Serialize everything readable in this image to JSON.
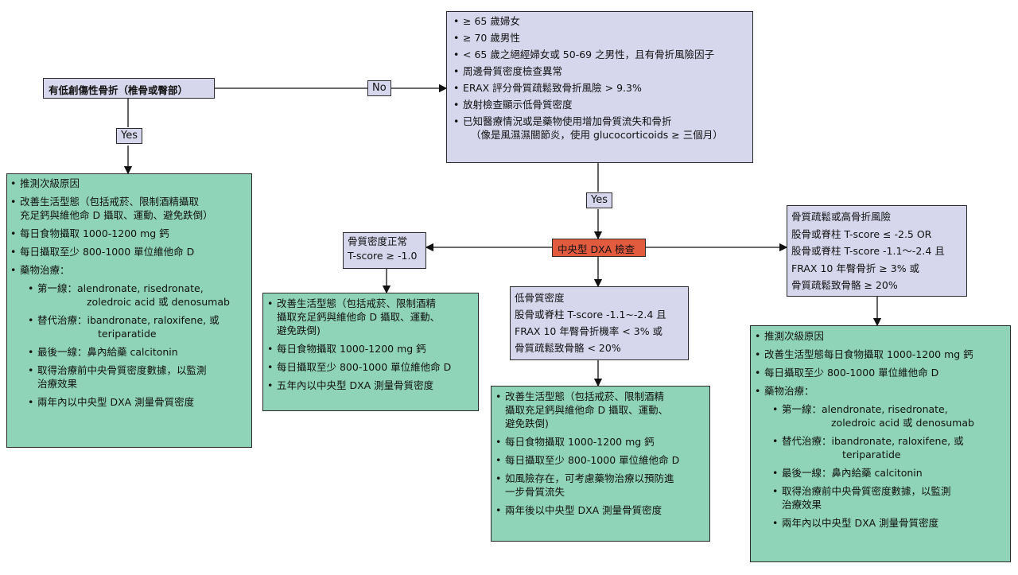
{
  "colors": {
    "lavender": "#d6d6ec",
    "green": "#8fd4b8",
    "red": "#e35b3f"
  },
  "start": {
    "title": "有低創傷性骨折（椎骨或臀部）"
  },
  "labels": {
    "no": "No",
    "yes_left": "Yes",
    "yes_center": "Yes"
  },
  "risk_criteria": {
    "items": [
      "≥ 65 歲婦女",
      "≥ 70 歲男性",
      "< 65 歲之絕經婦女或 50-69 之男性，且有骨折風險因子",
      "周邊骨質密度檢查異常",
      "ERAX 評分骨質疏鬆致骨折風險 > 9.3%",
      "放射檢查顯示低骨質密度",
      "已知醫療情況或是藥物使用增加骨質流失和骨折"
    ],
    "note": "（像是風濕濕關節炎，使用 glucocorticoids ≥ 三個月）"
  },
  "dxa": {
    "title": "中央型 DXA 檢查"
  },
  "fracture_treatment": {
    "item1": "推測次級原因",
    "item2a": "改善生活型態（包括戒菸、限制酒精攝取",
    "item2b": "充足鈣與維他命 D 攝取、運動、避免跌倒）",
    "item3": "每日食物攝取 1000-1200 mg 鈣",
    "item4": "每日攝取至少 800-1000 單位維他命 D",
    "item5": "藥物治療：",
    "sub1a": "第一線：alendronate, risedronate,",
    "sub1b": "zoledroic acid 或 denosumab",
    "sub2a": "替代治療：ibandronate, raloxifene, 或",
    "sub2b": "teriparatide",
    "sub3": "最後一線：鼻內給藥 calcitonin",
    "item6a": "取得治療前中央骨質密度數據，以監測",
    "item6b": "治療效果",
    "item7": "兩年內以中央型 DXA 測量骨質密度"
  },
  "normal_bmd": {
    "line1": "骨質密度正常",
    "line2": "T-score ≥ -1.0"
  },
  "normal_treatment": {
    "item1a": "改善生活型態（包括戒菸、限制酒精",
    "item1b": "攝取充足鈣與維他命 D 攝取、運動、",
    "item1c": "避免跌倒)",
    "item2": "每日食物攝取 1000-1200 mg 鈣",
    "item3": "每日攝取至少 800-1000 單位維他命 D",
    "item4": "五年內以中央型 DXA 測量骨質密度"
  },
  "low_bmd": {
    "line1": "低骨質密度",
    "line2": "股骨或脊柱 T-score -1.1~-2.4 且",
    "line3": "FRAX 10 年臀骨折機率 < 3% 或",
    "line4": "骨質疏鬆致骨骼 < 20%"
  },
  "low_treatment": {
    "item1a": "改善生活型態（包括戒菸、限制酒精",
    "item1b": "攝取充足鈣與維他命 D 攝取、運動、",
    "item1c": "避免跌倒)",
    "item2": "每日食物攝取 1000-1200 mg 鈣",
    "item3": "每日攝取至少 800-1000 單位維他命 D",
    "item4a": "如風險存在，可考慮藥物治療以預防進",
    "item4b": "一步骨質流失",
    "item5": "兩年後以中央型 DXA 測量骨質密度"
  },
  "high_risk": {
    "line1": "骨質疏鬆或高骨折風險",
    "line2": "股骨或脊柱 T-score ≤ -2.5 OR",
    "line3": "股骨或脊柱 T-score -1.1～-2.4 且",
    "line4": "FRAX 10 年臀骨折 ≥ 3% 或",
    "line5": "骨質疏鬆致骨骼 ≥ 20%"
  },
  "high_treatment": {
    "item1": "推測次級原因",
    "item2": "改善生活型態每日食物攝取 1000-1200 mg 鈣",
    "item3": "每日攝取至少 800-1000 單位維他命 D",
    "item4": "藥物治療：",
    "sub1a": "第一線：alendronate, risedronate,",
    "sub1b": "zoledroic acid 或 denosumab",
    "sub2a": "替代治療：ibandronate, raloxifene, 或",
    "sub2b": "teriparatide",
    "sub3": "最後一線：鼻內給藥 calcitonin",
    "item5a": "取得治療前中央骨質密度數據，以監測",
    "item5b": "治療效果",
    "item6": "兩年內以中央型 DXA 測量骨質密度"
  }
}
